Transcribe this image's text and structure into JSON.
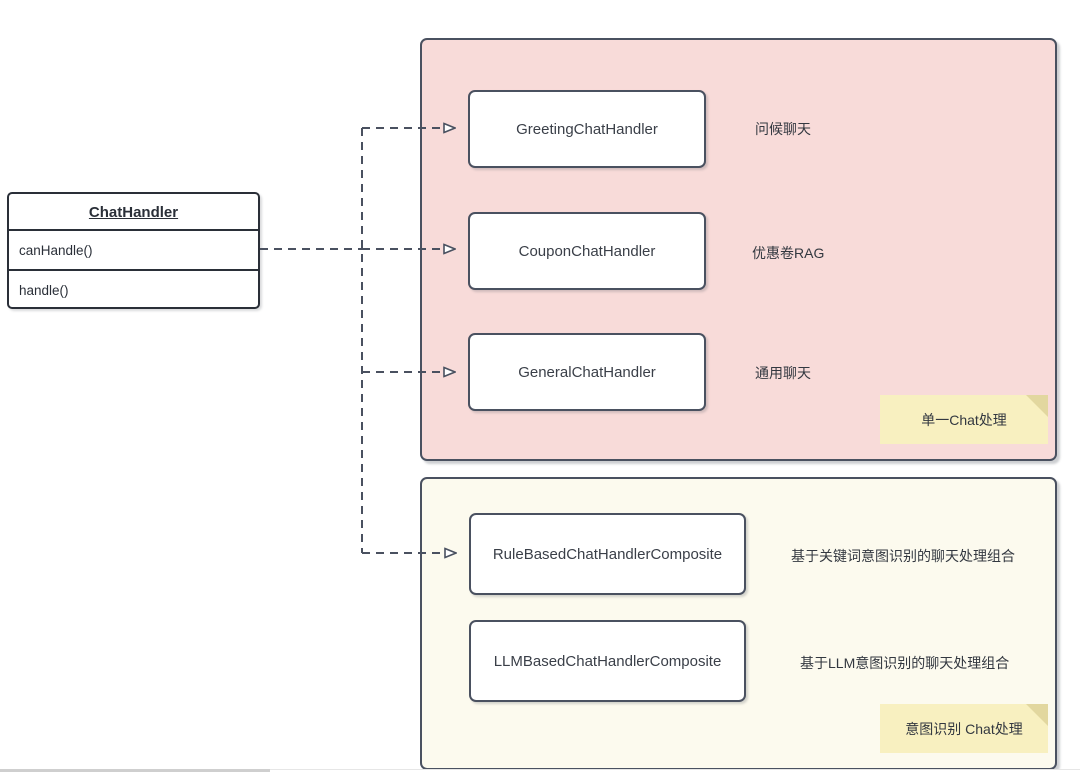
{
  "diagram": {
    "title": "ChatHandler class hierarchy",
    "colors": {
      "group_single_fill": "#f8dbd9",
      "group_intent_fill": "#fcfaee",
      "note_fill": "#f8f0c0",
      "box_fill": "#ffffff",
      "border": "#4a5160",
      "class_border": "#2a2f38",
      "text": "#333840"
    }
  },
  "base_class": {
    "name": "ChatHandler",
    "methods": [
      {
        "label": "canHandle()"
      },
      {
        "label": "handle()"
      }
    ]
  },
  "groups": [
    {
      "id": "single",
      "note": "单一Chat处理",
      "nodes": [
        {
          "id": "greeting",
          "label": "GreetingChatHandler",
          "annotation": "问候聊天"
        },
        {
          "id": "coupon",
          "label": "CouponChatHandler",
          "annotation": "优惠卷RAG"
        },
        {
          "id": "general",
          "label": "GeneralChatHandler",
          "annotation": "通用聊天"
        }
      ]
    },
    {
      "id": "intent",
      "note": "意图识别 Chat处理",
      "nodes": [
        {
          "id": "rule",
          "label": "RuleBasedChatHandlerComposite",
          "annotation": "基于关键词意图识别的聊天处理组合"
        },
        {
          "id": "llm",
          "label": "LLMBasedChatHandlerComposite",
          "annotation": "基于LLM意图识别的聊天处理组合"
        }
      ]
    }
  ],
  "connectors": {
    "type": "uml-realization-dashed-hollow-arrow",
    "count": 4,
    "source": "ChatHandler",
    "targets": [
      "GreetingChatHandler",
      "CouponChatHandler",
      "GeneralChatHandler",
      "RuleBasedChatHandlerComposite"
    ]
  }
}
